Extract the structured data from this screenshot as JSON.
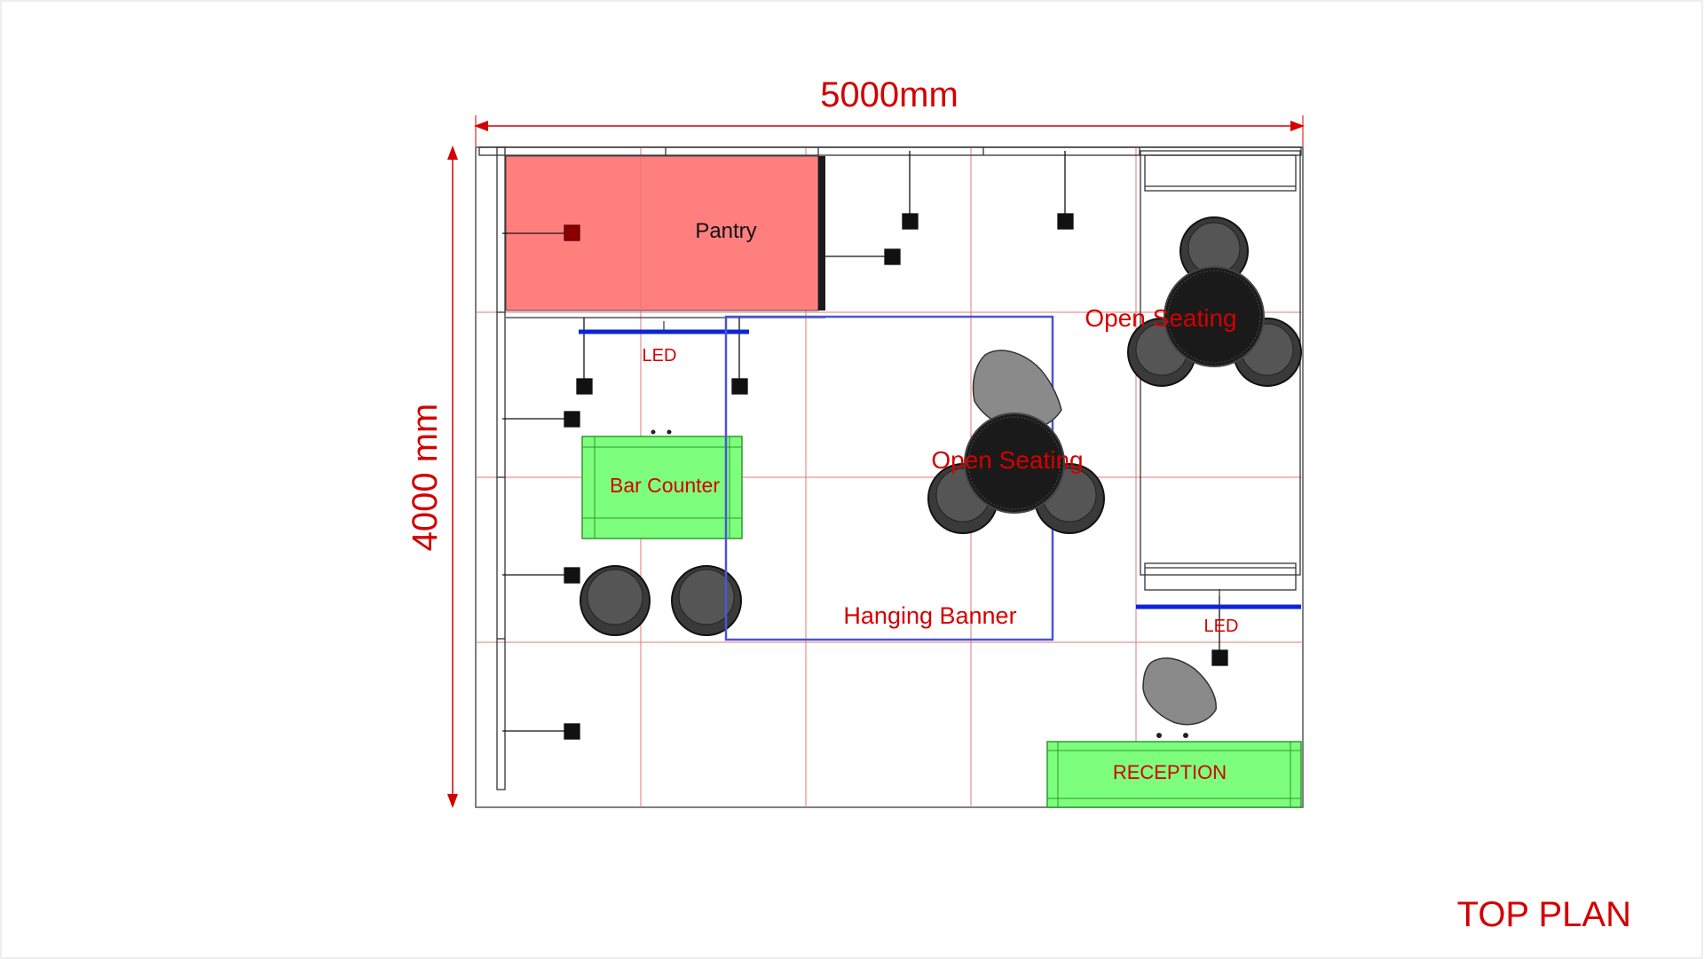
{
  "dimensions": {
    "width_label": "5000mm",
    "depth_label": "4000 mm"
  },
  "zones": {
    "pantry": "Pantry",
    "bar_counter": "Bar Counter",
    "open_seating_right": "Open Seating",
    "open_seating_center": "Open Seating",
    "hanging_banner": "Hanging Banner",
    "reception": "RECEPTION"
  },
  "lighting": {
    "led_top": "LED",
    "led_right": "LED"
  },
  "plan_title": "TOP PLAN",
  "colors": {
    "dimension_red": "#d40000",
    "pantry_fill": "#ff7f7f",
    "counter_fill": "#7dff7d",
    "led_blue": "#0b24d8",
    "banner_outline": "#4a55d6",
    "grid_line": "#e07a7a"
  }
}
